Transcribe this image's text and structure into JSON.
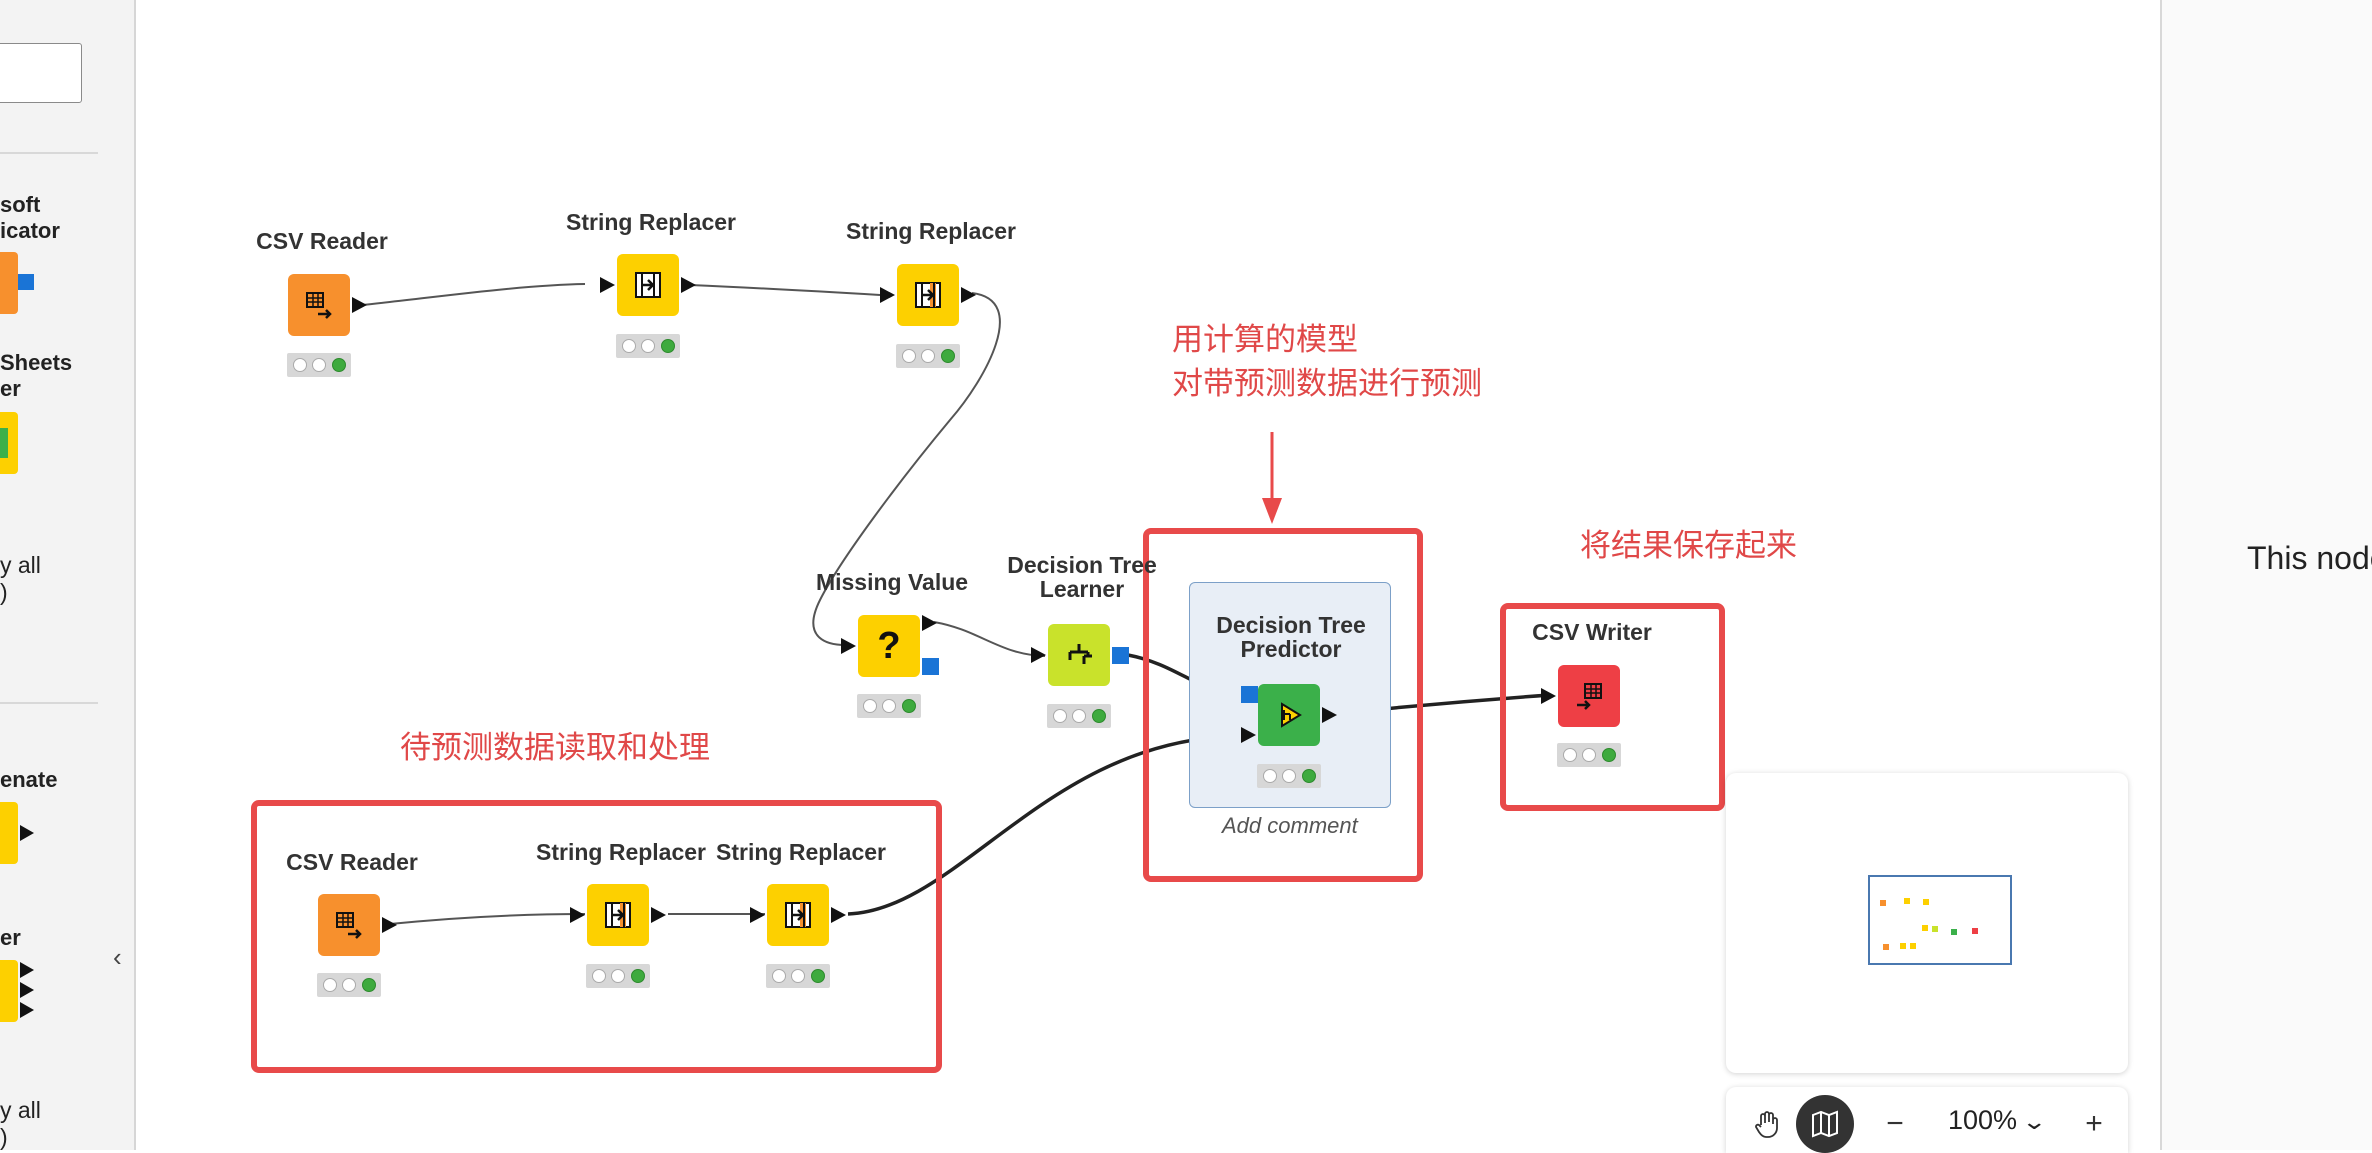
{
  "left_panel": {
    "items": [
      {
        "label": "soft\nicator"
      },
      {
        "label": "Sheets\ner"
      },
      {
        "text": "y all\n)"
      },
      {
        "label": "enate"
      },
      {
        "label": "er"
      },
      {
        "text": "y all\n)"
      }
    ]
  },
  "nodes": {
    "csv_reader_1": {
      "label": "CSV Reader"
    },
    "string_replacer_1": {
      "label": "String Replacer"
    },
    "string_replacer_2": {
      "label": "String Replacer"
    },
    "missing_value": {
      "label": "Missing Value"
    },
    "dt_learner": {
      "label": "Decision Tree\nLearner"
    },
    "dt_predictor": {
      "label": "Decision Tree\nPredictor"
    },
    "csv_writer": {
      "label": "CSV Writer"
    },
    "csv_reader_2": {
      "label": "CSV Reader"
    },
    "string_replacer_3": {
      "label": "String Replacer"
    },
    "string_replacer_4": {
      "label": "String Replacer"
    }
  },
  "annotations": {
    "predict_line1": "用计算的模型",
    "predict_line2": "对带预测数据进行预测",
    "save": "将结果保存起来",
    "read": "待预测数据读取和处理"
  },
  "add_comment": "Add comment",
  "right_panel": {
    "description": "This node"
  },
  "toolbar": {
    "zoom": "100%"
  },
  "colors": {
    "reader": "#f7902d",
    "manipulator": "#fdd000",
    "learner": "#c9e22b",
    "predictor": "#3bb04a",
    "writer": "#ee3f45",
    "annotation": "#e84a4a"
  }
}
